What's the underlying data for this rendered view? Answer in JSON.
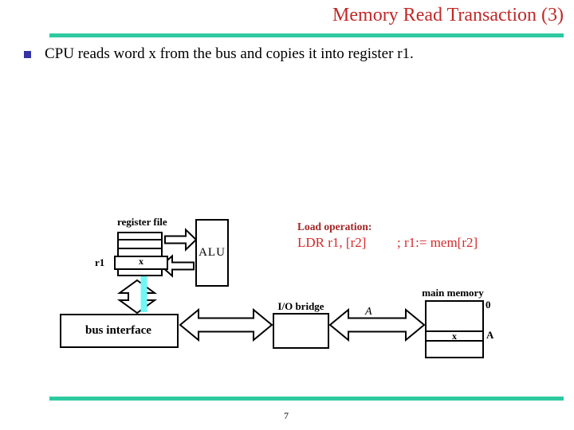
{
  "slide": {
    "title": "Memory Read Transaction (3)",
    "bullet_text": "CPU reads word x from the bus and copies it into register r1.",
    "page_number": "7"
  },
  "colors": {
    "title_red": "#C22828",
    "accent_teal": "#2DC9A0",
    "bullet_blue": "#3434A4",
    "instruction_red": "#D42A2A",
    "heading_dark_red": "#A32626",
    "data_flow_cyan": "#6FF7F7",
    "diagram_black": "#000000"
  },
  "diagram": {
    "register_file": {
      "label": "register file",
      "r1_label": "r1",
      "cell_value": "x"
    },
    "alu": {
      "label": "ALU"
    },
    "bus_interface": {
      "label": "bus interface"
    },
    "io_bridge": {
      "label": "I/O bridge"
    },
    "main_memory": {
      "label": "main memory",
      "addr_top": "0",
      "addr_row": "A",
      "cell_value": "x"
    },
    "bus_address_label": "A",
    "load_op": {
      "heading": "Load operation:",
      "instruction": "LDR r1, [r2]",
      "comment": "; r1:= mem[r2]"
    }
  }
}
